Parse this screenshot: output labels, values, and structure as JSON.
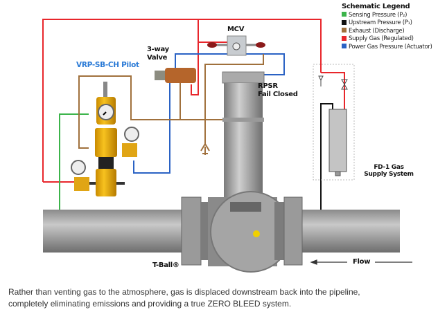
{
  "legend": {
    "title": "Schematic Legend",
    "items": [
      {
        "label": "Sensing Pressure (P₂)",
        "color": "#3cb44b"
      },
      {
        "label": "Upstream Pressure (P₁)",
        "color": "#111111"
      },
      {
        "label": "Exhaust (Discharge)",
        "color": "#a0703c"
      },
      {
        "label": "Supply Gas (Regulated)",
        "color": "#e8262b"
      },
      {
        "label": "Power Gas Pressure (Actuator)",
        "color": "#2a62c4"
      }
    ]
  },
  "labels": {
    "mcv": "MCV",
    "three_way_1": "3-way",
    "three_way_2": "Valve",
    "pilot": "VRP-SB-CH Pilot",
    "rpsr_1": "RPSR",
    "rpsr_2": "Fail Closed",
    "fd1_1": "FD-1 Gas",
    "fd1_2": "Supply System",
    "tball": "T-Ball®",
    "flow": "Flow"
  },
  "caption": {
    "line1": "Rather than venting gas to the atmosphere, gas is displaced downstream back into the pipeline,",
    "line2": "completely eliminating emissions and providing a true ZERO BLEED system."
  },
  "colors": {
    "pilot_label": "#2a7ad6"
  }
}
